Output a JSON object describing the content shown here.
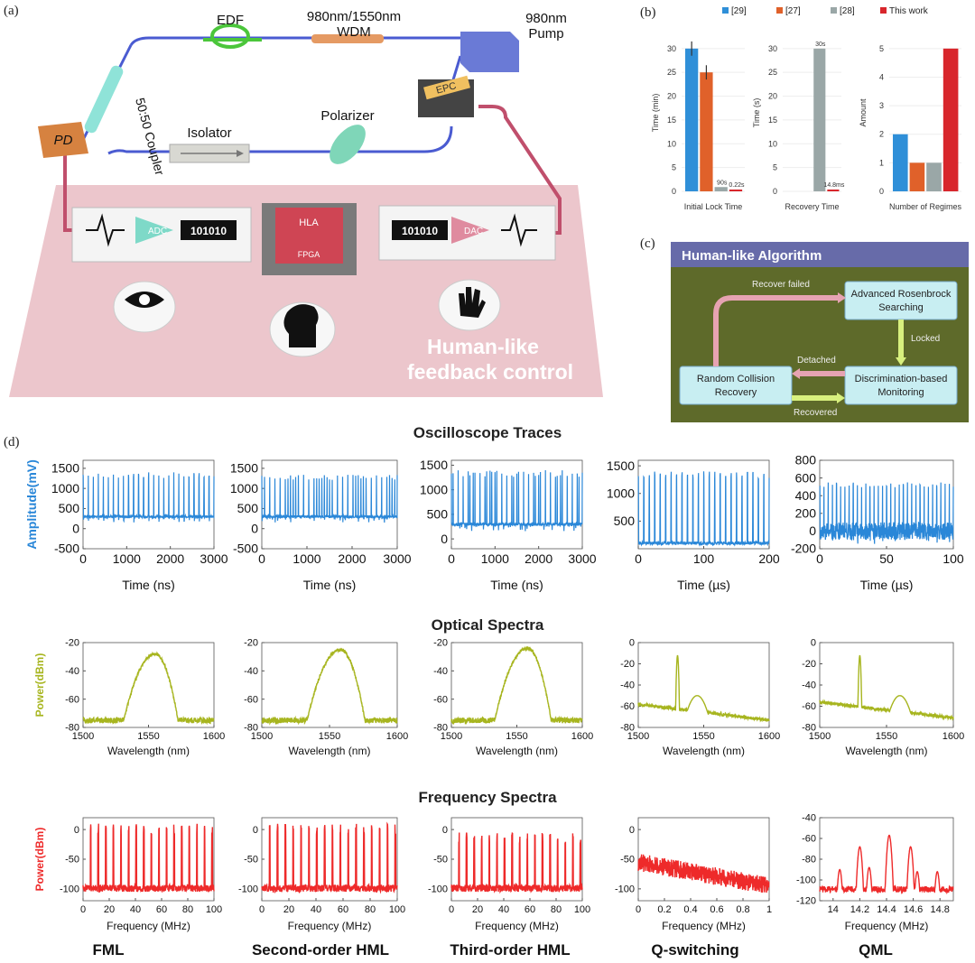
{
  "panel_labels": {
    "a": "(a)",
    "b": "(b)",
    "c": "(c)",
    "d": "(d)"
  },
  "setup": {
    "edf": "EDF",
    "wdm_line1": "980nm/1550nm",
    "wdm_line2": "WDM",
    "pump_line1": "980nm",
    "pump_line2": "Pump",
    "coupler": "50:50 Coupler",
    "pd": "PD",
    "isolator": "Isolator",
    "polarizer": "Polarizer",
    "epc": "EPC",
    "adc": "ADC",
    "dac": "DAC",
    "bits_left": "101010",
    "bits_right": "101010",
    "hla": "HLA",
    "fpga": "FPGA",
    "caption_line1": "Human-like",
    "caption_line2": "feedback control"
  },
  "bar_charts": {
    "legend": [
      {
        "name": "[29]",
        "color": "#2f8fd8"
      },
      {
        "name": "[27]",
        "color": "#e0612a"
      },
      {
        "name": "[28]",
        "color": "#9aa7a7"
      },
      {
        "name": "This work",
        "color": "#d8262c"
      }
    ],
    "lock": {
      "xlabel": "Initial Lock Time",
      "ylabel": "Time (min)",
      "ticks": [
        "0",
        "5",
        "10",
        "15",
        "20",
        "25",
        "30"
      ],
      "ylim": [
        0,
        33
      ],
      "values": [
        30,
        25,
        0.9,
        0.2
      ],
      "errors": [
        1.5,
        1.5,
        0,
        0
      ],
      "labels": [
        "",
        "",
        "90s",
        "0.22s"
      ]
    },
    "recovery": {
      "xlabel": "Recovery Time",
      "ylabel": "Time (s)",
      "ticks": [
        "0",
        "5",
        "10",
        "15",
        "20",
        "25",
        "30"
      ],
      "ylim": [
        0,
        33
      ],
      "values": [
        0,
        0,
        30,
        0.015
      ],
      "labels": [
        "",
        "",
        "30s",
        "14.8ms"
      ]
    },
    "regimes": {
      "xlabel": "Number of Regimes",
      "ylabel": "Amount",
      "ticks": [
        "0",
        "1",
        "2",
        "3",
        "4",
        "5"
      ],
      "ylim": [
        0,
        5.5
      ],
      "values": [
        2,
        1,
        1,
        5
      ]
    }
  },
  "algorithm": {
    "title": "Human-like Algorithm",
    "box_search_1": "Advanced Rosenbrock",
    "box_search_2": "Searching",
    "box_monitor_1": "Discrimination-based",
    "box_monitor_2": "Monitoring",
    "box_recovery_1": "Random Collision",
    "box_recovery_2": "Recovery",
    "arrow_failed": "Recover failed",
    "arrow_locked": "Locked",
    "arrow_detached": "Detached",
    "arrow_recovered": "Recovered"
  },
  "section_titles": {
    "osc": "Oscilloscope Traces",
    "opt": "Optical Spectra",
    "freq": "Frequency Spectra"
  },
  "column_names": [
    "FML",
    "Second-order HML",
    "Third-order HML",
    "Q-switching",
    "QML"
  ],
  "colors": {
    "osc": "#2a87d8",
    "opt": "#a7b51f",
    "freq": "#ee2a2a"
  },
  "chart_data": [
    {
      "type": "line",
      "name": "osc-fml",
      "xlabel": "Time (ns)",
      "ylabel": "Amplitude(mV)",
      "xticks": [
        "0",
        "1000",
        "2000",
        "3000"
      ],
      "yticks": [
        "-500",
        "0",
        "500",
        "1000",
        "1500"
      ],
      "xlim": [
        0,
        3000
      ],
      "ylim": [
        -500,
        1700
      ],
      "pulses": 26,
      "base": 300,
      "peak": 1400
    },
    {
      "type": "line",
      "name": "osc-2hml",
      "xlabel": "Time (ns)",
      "ylabel": "",
      "xticks": [
        "0",
        "1000",
        "2000",
        "3000"
      ],
      "yticks": [
        "-500",
        "0",
        "500",
        "1000",
        "1500"
      ],
      "xlim": [
        0,
        3000
      ],
      "ylim": [
        -500,
        1700
      ],
      "pulses": 52,
      "base": 300,
      "peak": 1350
    },
    {
      "type": "line",
      "name": "osc-3hml",
      "xlabel": "Time (ns)",
      "ylabel": "",
      "xticks": [
        "0",
        "1000",
        "2000",
        "3000"
      ],
      "yticks": [
        "0",
        "500",
        "1000",
        "1500"
      ],
      "xlim": [
        0,
        3000
      ],
      "ylim": [
        -200,
        1600
      ],
      "pulses": 78,
      "base": 300,
      "peak": 1400
    },
    {
      "type": "line",
      "name": "osc-qs",
      "xlabel": "Time (µs)",
      "ylabel": "",
      "xticks": [
        "0",
        "100",
        "200"
      ],
      "yticks": [
        "500",
        "1000",
        "1500"
      ],
      "xlim": [
        0,
        200
      ],
      "ylim": [
        0,
        1600
      ],
      "pulses": 24,
      "base": 100,
      "peak": 1400
    },
    {
      "type": "line",
      "name": "osc-qml",
      "xlabel": "Time (µs)",
      "ylabel": "",
      "xticks": [
        "0",
        "50",
        "100"
      ],
      "yticks": [
        "-200",
        "0",
        "200",
        "400",
        "600",
        "800"
      ],
      "xlim": [
        0,
        100
      ],
      "ylim": [
        -200,
        800
      ],
      "pulses": 32,
      "base": 0,
      "peak": 550
    },
    {
      "type": "line",
      "name": "opt-fml",
      "xlabel": "Wavelength (nm)",
      "ylabel": "Power(dBm)",
      "xticks": [
        "1500",
        "1550",
        "1600"
      ],
      "yticks": [
        "-80",
        "-60",
        "-40",
        "-20"
      ],
      "xlim": [
        1500,
        1600
      ],
      "ylim": [
        -80,
        -20
      ],
      "center": 1555,
      "peak": -28
    },
    {
      "type": "line",
      "name": "opt-2hml",
      "xlabel": "Wavelength (nm)",
      "ylabel": "",
      "xticks": [
        "1500",
        "1550",
        "1600"
      ],
      "yticks": [
        "-80",
        "-60",
        "-40",
        "-20"
      ],
      "xlim": [
        1500,
        1600
      ],
      "ylim": [
        -80,
        -20
      ],
      "center": 1558,
      "peak": -25
    },
    {
      "type": "line",
      "name": "opt-3hml",
      "xlabel": "Wavelength (nm)",
      "ylabel": "",
      "xticks": [
        "1500",
        "1550",
        "1600"
      ],
      "yticks": [
        "-80",
        "-60",
        "-40",
        "-20"
      ],
      "xlim": [
        1500,
        1600
      ],
      "ylim": [
        -80,
        -20
      ],
      "center": 1558,
      "peak": -24
    },
    {
      "type": "line",
      "name": "opt-qs",
      "xlabel": "Wavelength (nm)",
      "ylabel": "",
      "xticks": [
        "1500",
        "1550",
        "1600"
      ],
      "yticks": [
        "-80",
        "-60",
        "-40",
        "-20",
        "0"
      ],
      "xlim": [
        1500,
        1600
      ],
      "ylim": [
        -80,
        0
      ],
      "spike": 1530,
      "bump": 1545,
      "peak": -12
    },
    {
      "type": "line",
      "name": "opt-qml",
      "xlabel": "Wavelength (nm)",
      "ylabel": "",
      "xticks": [
        "1500",
        "1550",
        "1600"
      ],
      "yticks": [
        "-80",
        "-60",
        "-40",
        "-20",
        "0"
      ],
      "xlim": [
        1500,
        1600
      ],
      "ylim": [
        -80,
        0
      ],
      "spike": 1530,
      "bump": 1560,
      "peak": -12
    },
    {
      "type": "line",
      "name": "freq-fml",
      "xlabel": "Frequency (MHz)",
      "ylabel": "Power(dBm)",
      "xticks": [
        "0",
        "20",
        "40",
        "60",
        "80",
        "100"
      ],
      "yticks": [
        "-100",
        "-50",
        "0"
      ],
      "xlim": [
        0,
        100
      ],
      "ylim": [
        -120,
        20
      ],
      "spacing": 5.8
    },
    {
      "type": "line",
      "name": "freq-2hml",
      "xlabel": "Frequency (MHz)",
      "ylabel": "",
      "xticks": [
        "0",
        "20",
        "40",
        "60",
        "80",
        "100"
      ],
      "yticks": [
        "-100",
        "-50",
        "0"
      ],
      "xlim": [
        0,
        100
      ],
      "ylim": [
        -120,
        20
      ],
      "spacing": 5.8
    },
    {
      "type": "line",
      "name": "freq-3hml",
      "xlabel": "Frequency (MHz)",
      "ylabel": "",
      "xticks": [
        "0",
        "20",
        "40",
        "60",
        "80",
        "100"
      ],
      "yticks": [
        "-100",
        "-50",
        "0"
      ],
      "xlim": [
        0,
        100
      ],
      "ylim": [
        -120,
        20
      ],
      "spacing": 5.8
    },
    {
      "type": "line",
      "name": "freq-qs",
      "xlabel": "Frequency (MHz)",
      "ylabel": "",
      "xticks": [
        "0",
        "0.2",
        "0.4",
        "0.6",
        "0.8",
        "1"
      ],
      "yticks": [
        "-100",
        "-50",
        "0"
      ],
      "xlim": [
        0,
        1
      ],
      "ylim": [
        -120,
        20
      ]
    },
    {
      "type": "line",
      "name": "freq-qml",
      "xlabel": "Frequency (MHz)",
      "ylabel": "",
      "xticks": [
        "14",
        "14.2",
        "14.4",
        "14.6",
        "14.8"
      ],
      "yticks": [
        "-120",
        "-100",
        "-80",
        "-60",
        "-40"
      ],
      "xlim": [
        13.9,
        14.9
      ],
      "ylim": [
        -120,
        -40
      ]
    }
  ]
}
